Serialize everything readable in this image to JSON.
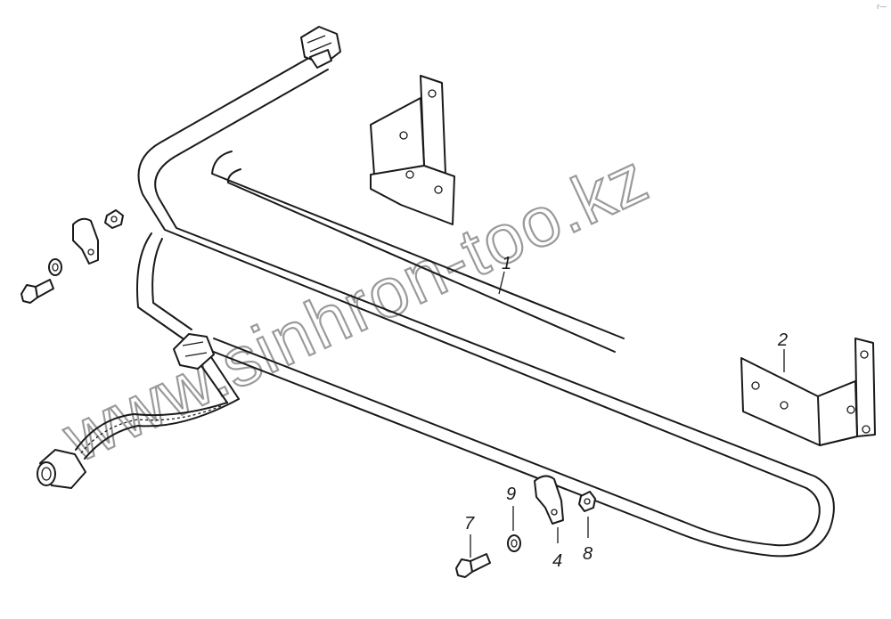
{
  "diagram": {
    "watermark": "www.sinhron-too.kz",
    "corner_mark": "r—",
    "labels": [
      {
        "id": "1",
        "text": "1"
      },
      {
        "id": "2",
        "text": "2"
      },
      {
        "id": "4",
        "text": "4"
      },
      {
        "id": "7",
        "text": "7"
      },
      {
        "id": "8",
        "text": "8"
      },
      {
        "id": "9",
        "text": "9"
      }
    ]
  }
}
